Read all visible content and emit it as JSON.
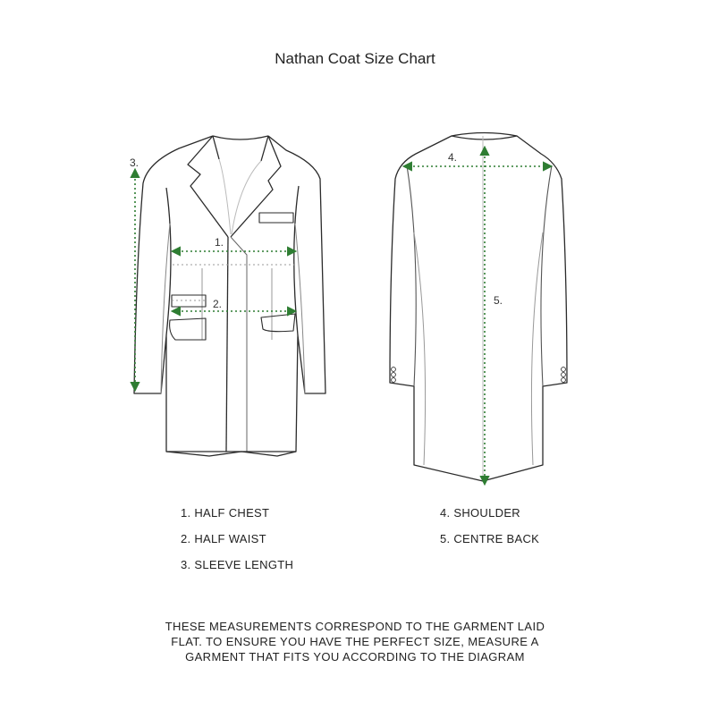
{
  "title": "Nathan Coat Size Chart",
  "measure_labels": [
    "1.",
    "2.",
    "3.",
    "4.",
    "5."
  ],
  "legend": {
    "left": [
      "1. HALF CHEST",
      "2. HALF WAIST",
      "3. SLEEVE LENGTH"
    ],
    "right": [
      "4. SHOULDER",
      "5. CENTRE BACK"
    ]
  },
  "note_lines": [
    "THESE MEASUREMENTS CORRESPOND TO THE GARMENT LAID",
    "FLAT. TO ENSURE YOU HAVE THE PERFECT SIZE, MEASURE A",
    "GARMENT THAT FITS YOU ACCORDING TO THE DIAGRAM"
  ],
  "colors": {
    "line": "#2b2b2b",
    "measure": "#2e7d32",
    "guide": "#9a9a9a"
  }
}
